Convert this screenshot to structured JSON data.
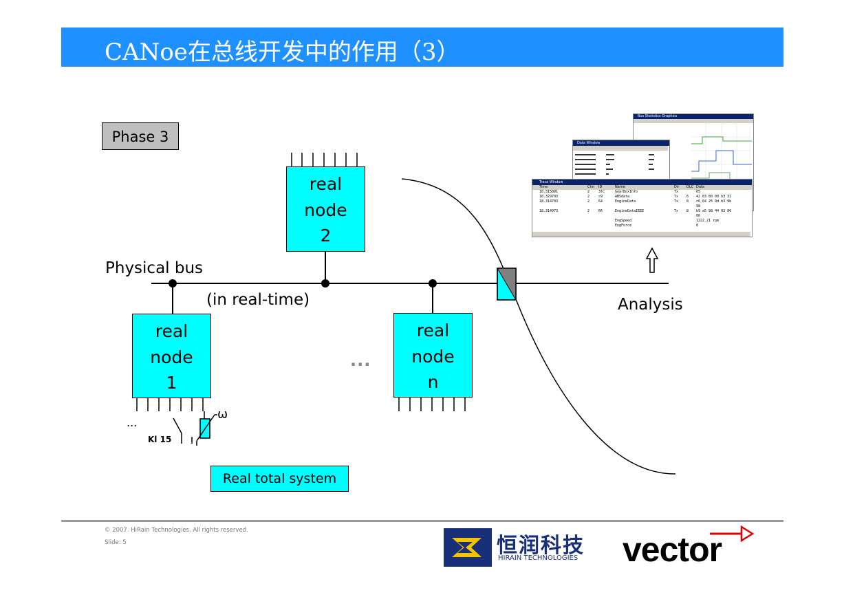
{
  "title": "CANoe在总线开发中的作用（3）",
  "phase": "Phase 3",
  "nodes": {
    "node2": [
      "real",
      "node",
      "2"
    ],
    "node1": [
      "real",
      "node",
      "1"
    ],
    "noden": [
      "real",
      "node",
      "n"
    ]
  },
  "labels": {
    "physical_bus": "Physical bus",
    "realtime": "(in real-time)",
    "analysis": "Analysis",
    "ellipsis_middle": "...",
    "ellipsis_left": "...",
    "kl15": "Kl 15",
    "omega": "ω",
    "real_total": "Real total system"
  },
  "screenshots": {
    "statistics_title": "Bus Statistics Graphics",
    "dataw_title": "Data Window",
    "trace_title": "Trace Window",
    "trace_columns": [
      "Time",
      "Chn",
      "ID",
      "Name",
      "Dir",
      "DLC",
      "Data"
    ],
    "trace_rows": [
      [
        "18.315891",
        "2",
        "3fc",
        "GearBoxInfo",
        "Tx",
        "",
        "05"
      ],
      [
        "18.329703",
        "2",
        "c9",
        "ABSdata",
        "Tx",
        "6",
        "42 03 80 00 b3 31"
      ],
      [
        "18.314703",
        "2",
        "64",
        "EngineData",
        "Tx",
        "8",
        "c6 04 25 0d b3 9b 98"
      ],
      [
        "18.314973",
        "2",
        "66",
        "EngineDataIEEE",
        "Tx",
        "8",
        "b9 a5 98 44 03 80 00"
      ],
      [
        "",
        "",
        "",
        "EngSpeed",
        "",
        "",
        "1222.21 rpm"
      ],
      [
        "",
        "",
        "",
        "EngForce",
        "",
        "",
        "0"
      ]
    ]
  },
  "footer": {
    "copyright": "© 2007. HiRain Technologies. All rights reserved.",
    "slide": "Slide: 5",
    "hirain_cn": "恒润科技",
    "hirain_en": "HIRAIN TECHNOLOGIES",
    "vector": "vector"
  },
  "colors": {
    "title_bar": "#1e90ff",
    "node_fill": "#00ffff",
    "phase_fill": "#c0c0c0"
  }
}
